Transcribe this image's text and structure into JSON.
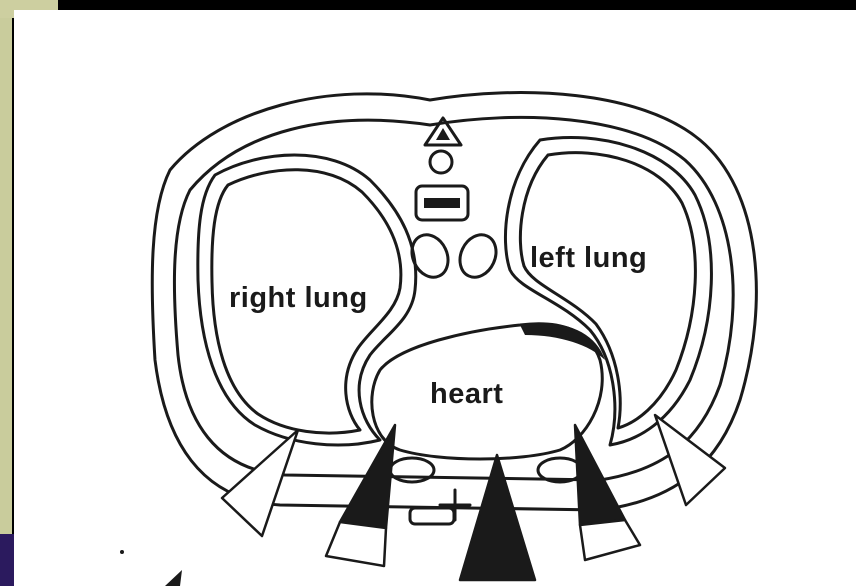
{
  "labels": {
    "right_lung": "right lung",
    "left_lung": "left lung",
    "heart": "heart"
  },
  "colors": {
    "ink": "#1a1a1a",
    "paper": "#ffffff",
    "frame": "#000000",
    "olive": "#cdcfa0",
    "purple": "#2b1a5e"
  }
}
